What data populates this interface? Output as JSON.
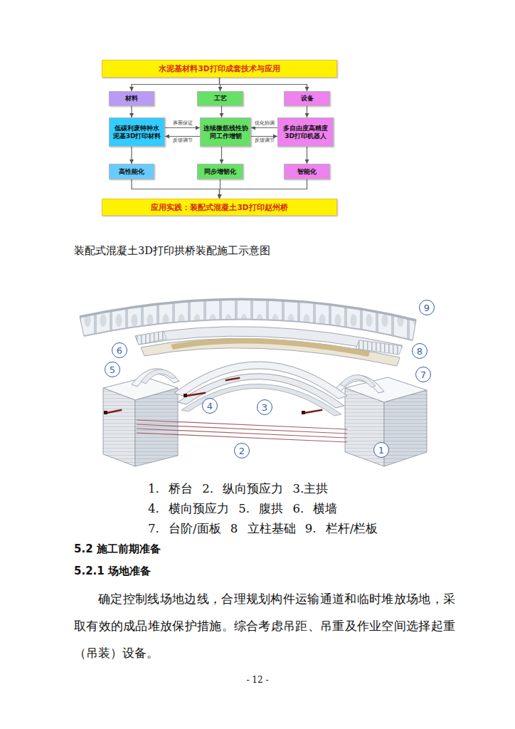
{
  "diagram": {
    "nodes": [
      {
        "text": [
          "水泥基材料3D打印成套技术与应用"
        ]
      },
      {
        "text": [
          "材料"
        ]
      },
      {
        "text": [
          "工艺"
        ]
      },
      {
        "text": [
          "设备"
        ]
      },
      {
        "text": [
          "低碳利废特种水泥基3D打印材料"
        ]
      },
      {
        "text": [
          "连续微筋线性协同工作增韧"
        ]
      },
      {
        "text": [
          "多自由度高精度3D打印机器人"
        ]
      },
      {
        "text": [
          "高性能化"
        ]
      },
      {
        "text": [
          "同步增韧化"
        ]
      },
      {
        "text": [
          "智能化"
        ]
      },
      {
        "text": [
          "应用实践：装配式混凝土3D打印赵州桥"
        ]
      }
    ],
    "edges": [
      {
        "from": 0,
        "to": 1,
        "arrow": "to"
      },
      {
        "from": 0,
        "to": 2,
        "arrow": "to"
      },
      {
        "from": 0,
        "to": 3,
        "arrow": "to"
      },
      {
        "from": 1,
        "to": 4,
        "arrow": "to"
      },
      {
        "from": 2,
        "to": 5,
        "arrow": "to"
      },
      {
        "from": 3,
        "to": 6,
        "arrow": "to"
      },
      {
        "from": 4,
        "to": 5,
        "label": "界面保证",
        "arrow": "to"
      },
      {
        "from": 5,
        "to": 4,
        "label": "反馈调节",
        "arrow": "to"
      },
      {
        "from": 6,
        "to": 5,
        "label": "优化协调",
        "arrow": "to"
      },
      {
        "from": 5,
        "to": 6,
        "label": "反馈调节",
        "arrow": "to"
      },
      {
        "from": 4,
        "to": 7,
        "arrow": "to"
      },
      {
        "from": 5,
        "to": 8,
        "arrow": "to"
      },
      {
        "from": 6,
        "to": 9,
        "arrow": "to"
      },
      {
        "from": 7,
        "to": 10,
        "arrow": "to"
      },
      {
        "from": 8,
        "to": 10,
        "arrow": "to"
      },
      {
        "from": 9,
        "to": 10,
        "arrow": "to"
      }
    ],
    "labels": [
      "装配式混凝土3D打印拱桥装配施工示意图",
      "9",
      "8",
      "6",
      "5",
      "7",
      "4",
      "3",
      "2",
      "1",
      "1. 桥台 2. 纵向预应力 3.主拱",
      "4. 横向预应力 5. 腹拱 6. 横墙",
      "7. 台阶/面板 8 立柱基础 9. 栏杆/栏板",
      "5.2 施工前期准备",
      "5.2.1 场地准备",
      "确定控制线场地边线，合理规划构件运输通道和临时堆放场地，采取有效的成品堆放保护措施。综合考虑吊距、吊重及作业空间选择起重（吊装）设备。",
      "- 12 -"
    ]
  }
}
